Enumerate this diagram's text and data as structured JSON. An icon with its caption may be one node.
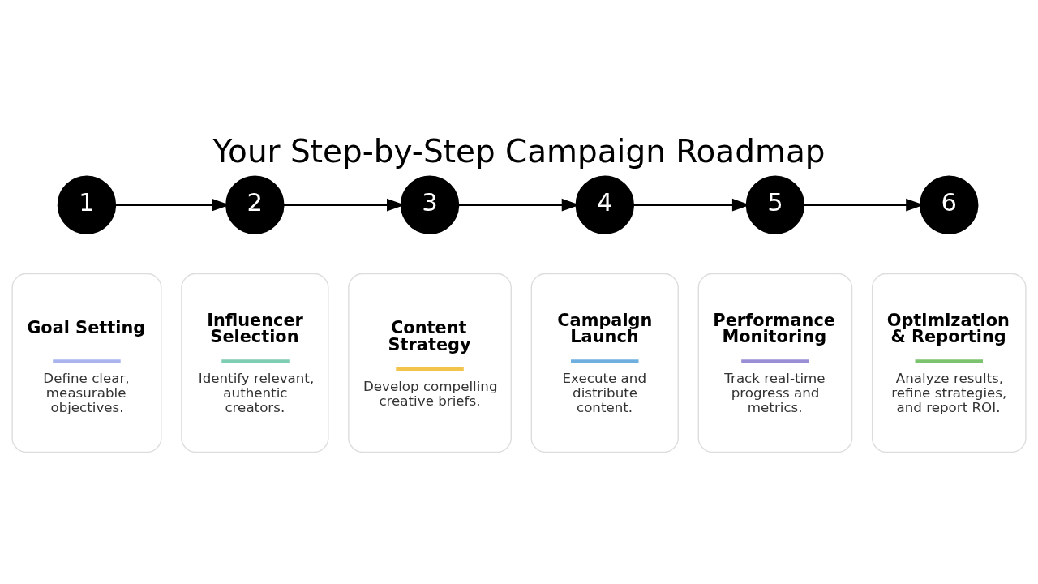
{
  "diagram": {
    "title": "Your Step-by-Step Campaign Roadmap",
    "nodes": [
      {
        "text": [
          "1"
        ]
      },
      {
        "text": [
          "2"
        ]
      },
      {
        "text": [
          "3"
        ]
      },
      {
        "text": [
          "4"
        ]
      },
      {
        "text": [
          "5"
        ]
      },
      {
        "text": [
          "6"
        ]
      },
      {
        "text": [
          "Goal Setting",
          "Define clear, measurable objectives."
        ]
      },
      {
        "text": [
          "Influencer Selection",
          "Identify relevant, authentic creators."
        ]
      },
      {
        "text": [
          "Content Strategy",
          "Develop compelling creative briefs."
        ]
      },
      {
        "text": [
          "Campaign Launch",
          "Execute and distribute content."
        ]
      },
      {
        "text": [
          "Performance Monitoring",
          "Track real-time progress and metrics."
        ]
      },
      {
        "text": [
          "Optimization & Reporting",
          "Analyze results, refine strategies, and report ROI."
        ]
      }
    ],
    "edges": [
      {
        "from": 0,
        "to": 1,
        "arrow": "to"
      },
      {
        "from": 1,
        "to": 2,
        "arrow": "to"
      },
      {
        "from": 2,
        "to": 3,
        "arrow": "to"
      },
      {
        "from": 3,
        "to": 4,
        "arrow": "to"
      },
      {
        "from": 4,
        "to": 5,
        "arrow": "to"
      }
    ]
  }
}
